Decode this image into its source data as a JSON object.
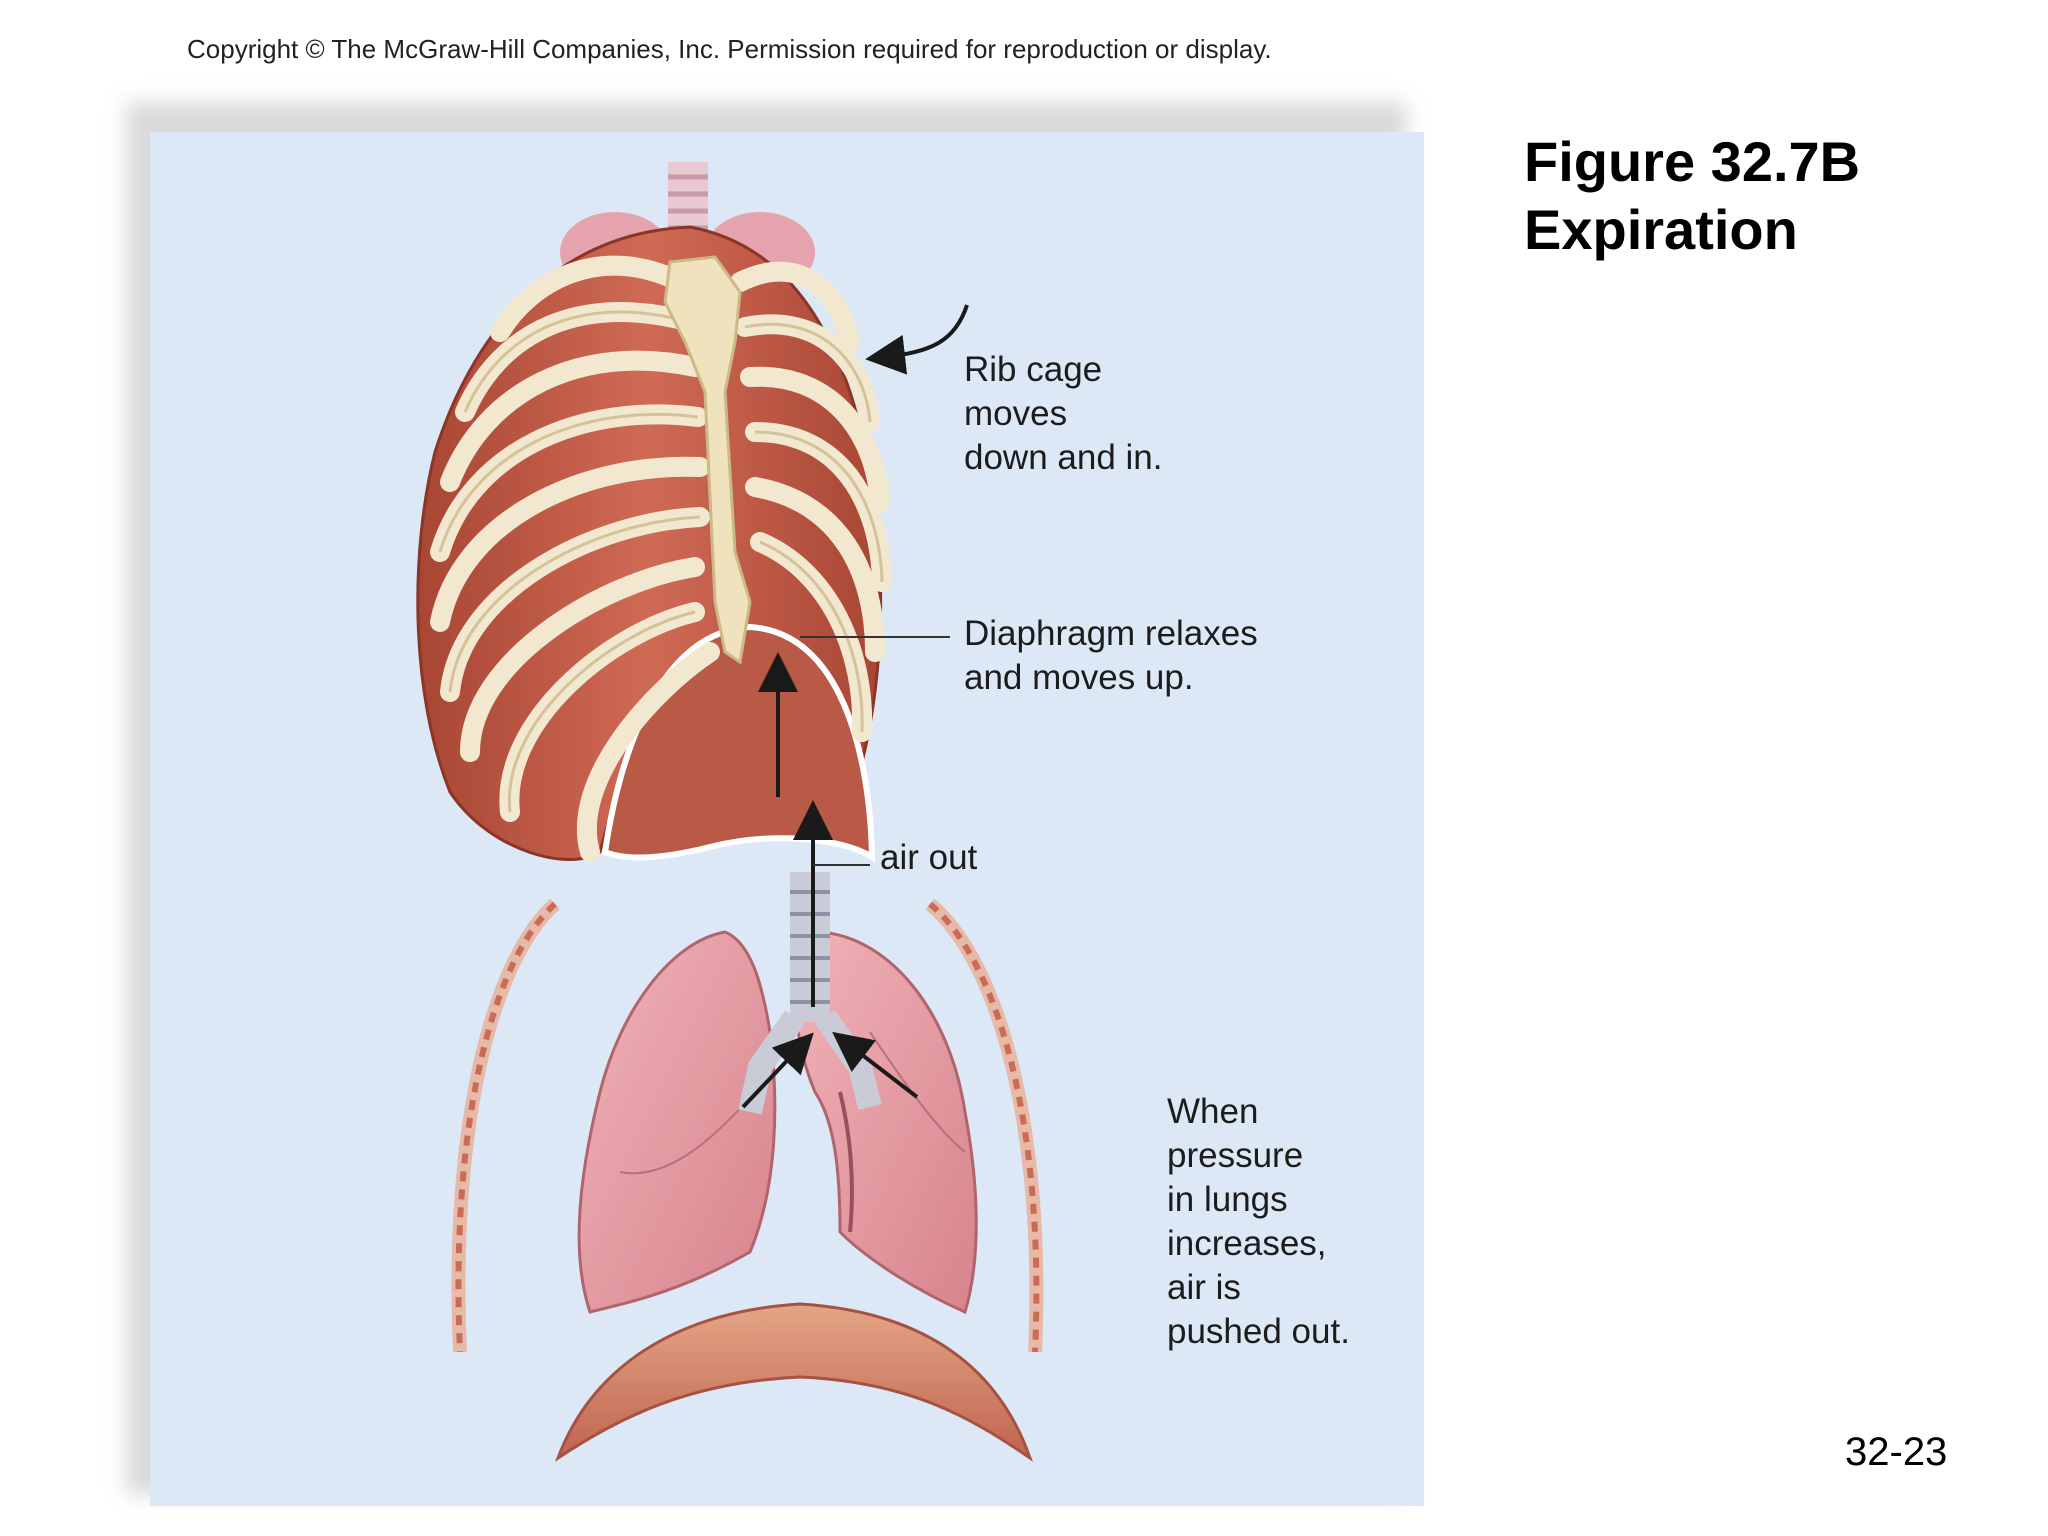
{
  "copyright": "Copyright © The McGraw-Hill Companies, Inc. Permission required for reproduction or display.",
  "title_line1": "Figure 32.7B",
  "title_line2": "Expiration",
  "labels": {
    "rib_cage": "Rib cage\nmoves\ndown and in.",
    "diaphragm": "Diaphragm relaxes\nand moves up.",
    "air_out": "air out",
    "pressure": "When\npressure\nin lungs\nincreases,\nair is\npushed out."
  },
  "slide_number": "32-23",
  "colors": {
    "panel_bg": "#dde8f6",
    "muscle": "#c05a45",
    "bone": "#f1e6c8",
    "lung": "#e59aa2",
    "diaphragm": "#d98a6e"
  }
}
